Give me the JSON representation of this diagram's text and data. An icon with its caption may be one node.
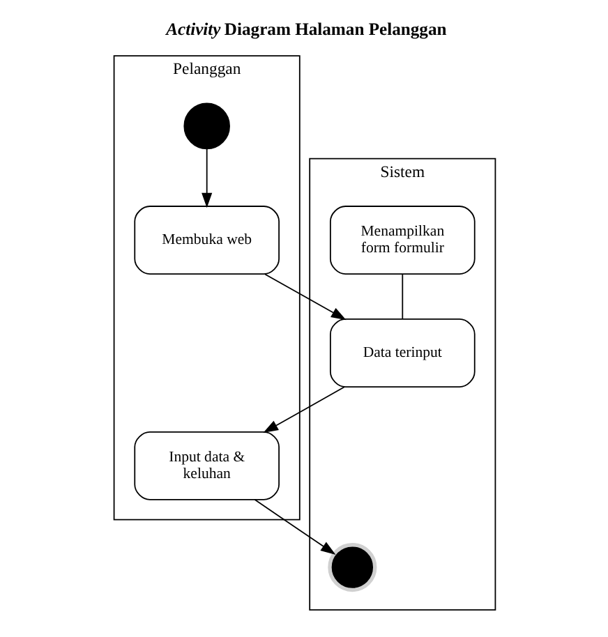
{
  "diagram": {
    "title": "*Activity* Diagram Halaman Pelanggan",
    "nodes": [
      {
        "text": [
          "Pelanggan"
        ]
      },
      {
        "text": [
          "Sistem"
        ]
      },
      {
        "text": [],
        "shape": "circle",
        "in": 0
      },
      {
        "text": [
          "Menampilkan form formulir"
        ],
        "in": 1
      },
      {
        "text": [
          "Membuka web"
        ],
        "in": 0
      },
      {
        "text": [
          "Data terinput"
        ],
        "in": 1
      },
      {
        "text": [
          "Input data & keluhan"
        ],
        "in": 0
      },
      {
        "text": [],
        "shape": "circle",
        "in": 1
      }
    ],
    "edges": [
      {
        "from": 2,
        "to": 4,
        "arrow": "to"
      },
      {
        "from": 4,
        "to": 5,
        "arrow": "to"
      },
      {
        "from": 3,
        "to": 5,
        "arrow": "none"
      },
      {
        "from": 5,
        "to": 6,
        "arrow": "to"
      },
      {
        "from": 6,
        "to": 7,
        "arrow": "to"
      }
    ]
  }
}
